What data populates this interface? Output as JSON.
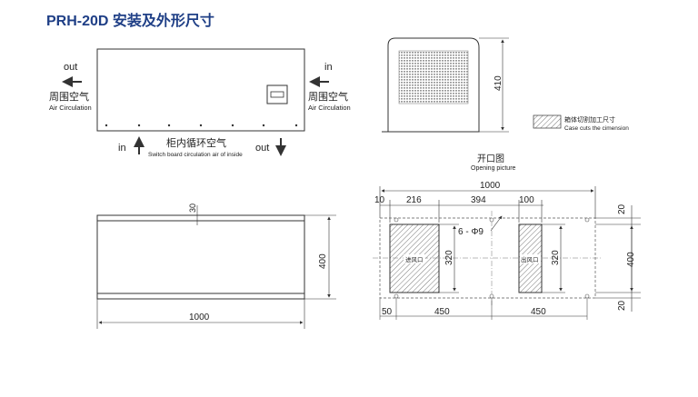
{
  "title": "PRH-20D 安装及外形尺寸",
  "front_view": {
    "out_label": "out",
    "in_label": "in",
    "ambient_cn": "周围空气",
    "ambient_en": "Air Circulation",
    "inside_cn": "柜内循环空气",
    "inside_en": "Switch board circulation air of inside",
    "bottom_in": "in",
    "bottom_out": "out"
  },
  "side_view": {
    "height_dim": "410",
    "legend_cn": "箱体切割加工尺寸",
    "legend_en": "Case cuts the cimension"
  },
  "top_view": {
    "dim_30": "30",
    "dim_400": "400",
    "dim_1000": "1000"
  },
  "cutout": {
    "title_cn": "开口图",
    "title_en": "Opening picture",
    "dim_total": "1000",
    "dim_10": "10",
    "dim_216": "216",
    "dim_394": "394",
    "dim_100": "100",
    "holes": "6 - Φ9",
    "inlet_label": "进风口",
    "outlet_label": "出风口",
    "dim_320_left": "320",
    "dim_320_right": "320",
    "dim_400": "400",
    "dim_20_top": "20",
    "dim_20_bottom": "20",
    "dim_50": "50",
    "dim_450_left": "450",
    "dim_450_right": "450"
  },
  "colors": {
    "title": "#1f3f86",
    "line": "#333333"
  }
}
